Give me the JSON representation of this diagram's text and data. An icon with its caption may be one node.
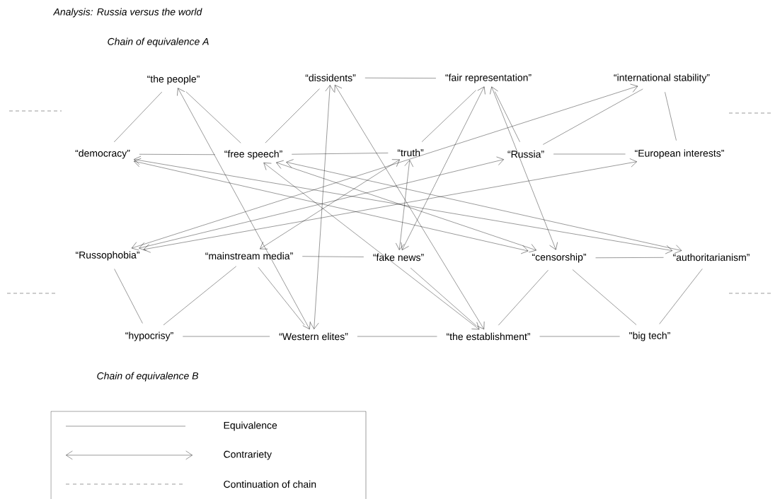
{
  "diagram": {
    "title": "Analysis: Russia versus the world",
    "nodes": [
      {
        "text": [
          "“the people”"
        ]
      },
      {
        "text": [
          "“dissidents”"
        ]
      },
      {
        "text": [
          "“fair representation”"
        ]
      },
      {
        "text": [
          "“international stability”"
        ]
      },
      {
        "text": [
          "“democracy”"
        ]
      },
      {
        "text": [
          "“free speech”"
        ]
      },
      {
        "text": [
          "“truth”"
        ]
      },
      {
        "text": [
          "“Russia”"
        ]
      },
      {
        "text": [
          "“European interests”"
        ]
      },
      {
        "text": [
          "“Russophobia”"
        ]
      },
      {
        "text": [
          "“mainstream media”"
        ]
      },
      {
        "text": [
          "“fake news”"
        ]
      },
      {
        "text": [
          "“censorship”"
        ]
      },
      {
        "text": [
          "“authoritarianism”"
        ]
      },
      {
        "text": [
          "“hypocrisy”"
        ]
      },
      {
        "text": [
          "“Western elites”"
        ]
      },
      {
        "text": [
          "“the establishment”"
        ]
      },
      {
        "text": [
          "\"big tech”"
        ]
      }
    ],
    "edges": [
      {
        "from": 0,
        "to": 4,
        "arrow": "none"
      },
      {
        "from": 0,
        "to": 5,
        "arrow": "none"
      },
      {
        "from": 1,
        "to": 5,
        "arrow": "none"
      },
      {
        "from": 1,
        "to": 2,
        "arrow": "none"
      },
      {
        "from": 2,
        "to": 6,
        "arrow": "none"
      },
      {
        "from": 2,
        "to": 7,
        "arrow": "none"
      },
      {
        "from": 3,
        "to": 7,
        "arrow": "none"
      },
      {
        "from": 3,
        "to": 8,
        "arrow": "none"
      },
      {
        "from": 4,
        "to": 5,
        "arrow": "none"
      },
      {
        "from": 5,
        "to": 6,
        "arrow": "none"
      },
      {
        "from": 7,
        "to": 8,
        "arrow": "none"
      },
      {
        "from": 9,
        "to": 14,
        "arrow": "none"
      },
      {
        "from": 10,
        "to": 14,
        "arrow": "none"
      },
      {
        "from": 10,
        "to": 15,
        "arrow": "none"
      },
      {
        "from": 10,
        "to": 11,
        "arrow": "none"
      },
      {
        "from": 11,
        "to": 16,
        "arrow": "none"
      },
      {
        "from": 12,
        "to": 16,
        "arrow": "none"
      },
      {
        "from": 12,
        "to": 17,
        "arrow": "none"
      },
      {
        "from": 12,
        "to": 13,
        "arrow": "none"
      },
      {
        "from": 13,
        "to": 17,
        "arrow": "none"
      },
      {
        "from": 14,
        "to": 15,
        "arrow": "none"
      },
      {
        "from": 15,
        "to": 16,
        "arrow": "none"
      },
      {
        "from": 16,
        "to": 17,
        "arrow": "none"
      },
      {
        "from": 0,
        "to": 15,
        "arrow": "both"
      },
      {
        "from": 1,
        "to": 15,
        "arrow": "both"
      },
      {
        "from": 1,
        "to": 16,
        "arrow": "both"
      },
      {
        "from": 5,
        "to": 16,
        "arrow": "both"
      },
      {
        "from": 2,
        "to": 12,
        "arrow": "both"
      },
      {
        "from": 2,
        "to": 11,
        "arrow": "both"
      },
      {
        "from": 6,
        "to": 11,
        "arrow": "both"
      },
      {
        "from": 3,
        "to": 9,
        "arrow": "both"
      },
      {
        "from": 6,
        "to": 10,
        "arrow": "both"
      },
      {
        "from": 7,
        "to": 9,
        "arrow": "both"
      },
      {
        "from": 8,
        "to": 9,
        "arrow": "both"
      },
      {
        "from": 4,
        "to": 13,
        "arrow": "both"
      },
      {
        "from": 4,
        "to": 12,
        "arrow": "both"
      },
      {
        "from": 5,
        "to": 12,
        "arrow": "both"
      },
      {
        "from": 5,
        "to": 13,
        "arrow": "both"
      }
    ],
    "labels": [
      "Chain of equivalence A",
      "Chain of equivalence B"
    ],
    "legend": [
      {
        "text": "Equivalence"
      },
      {
        "text": "Contrariety"
      },
      {
        "text": "Continuation of chain"
      }
    ]
  }
}
